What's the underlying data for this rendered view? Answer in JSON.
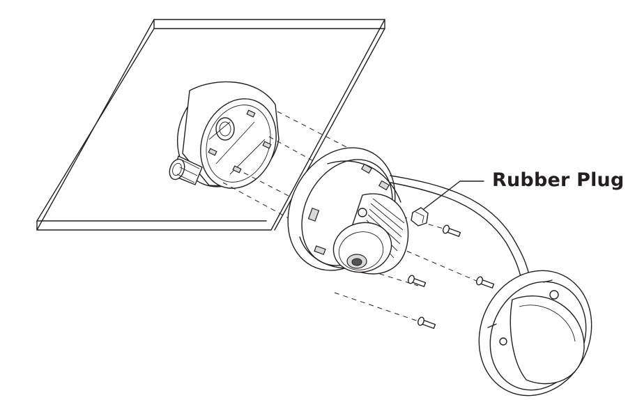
{
  "diagram": {
    "callout_label": "Rubber Plug",
    "parts": [
      "ceiling-panel",
      "junction-box",
      "cable-gland",
      "camera-base",
      "camera-module",
      "rubber-plug",
      "screws",
      "dome-cover",
      "safety-cable"
    ]
  }
}
